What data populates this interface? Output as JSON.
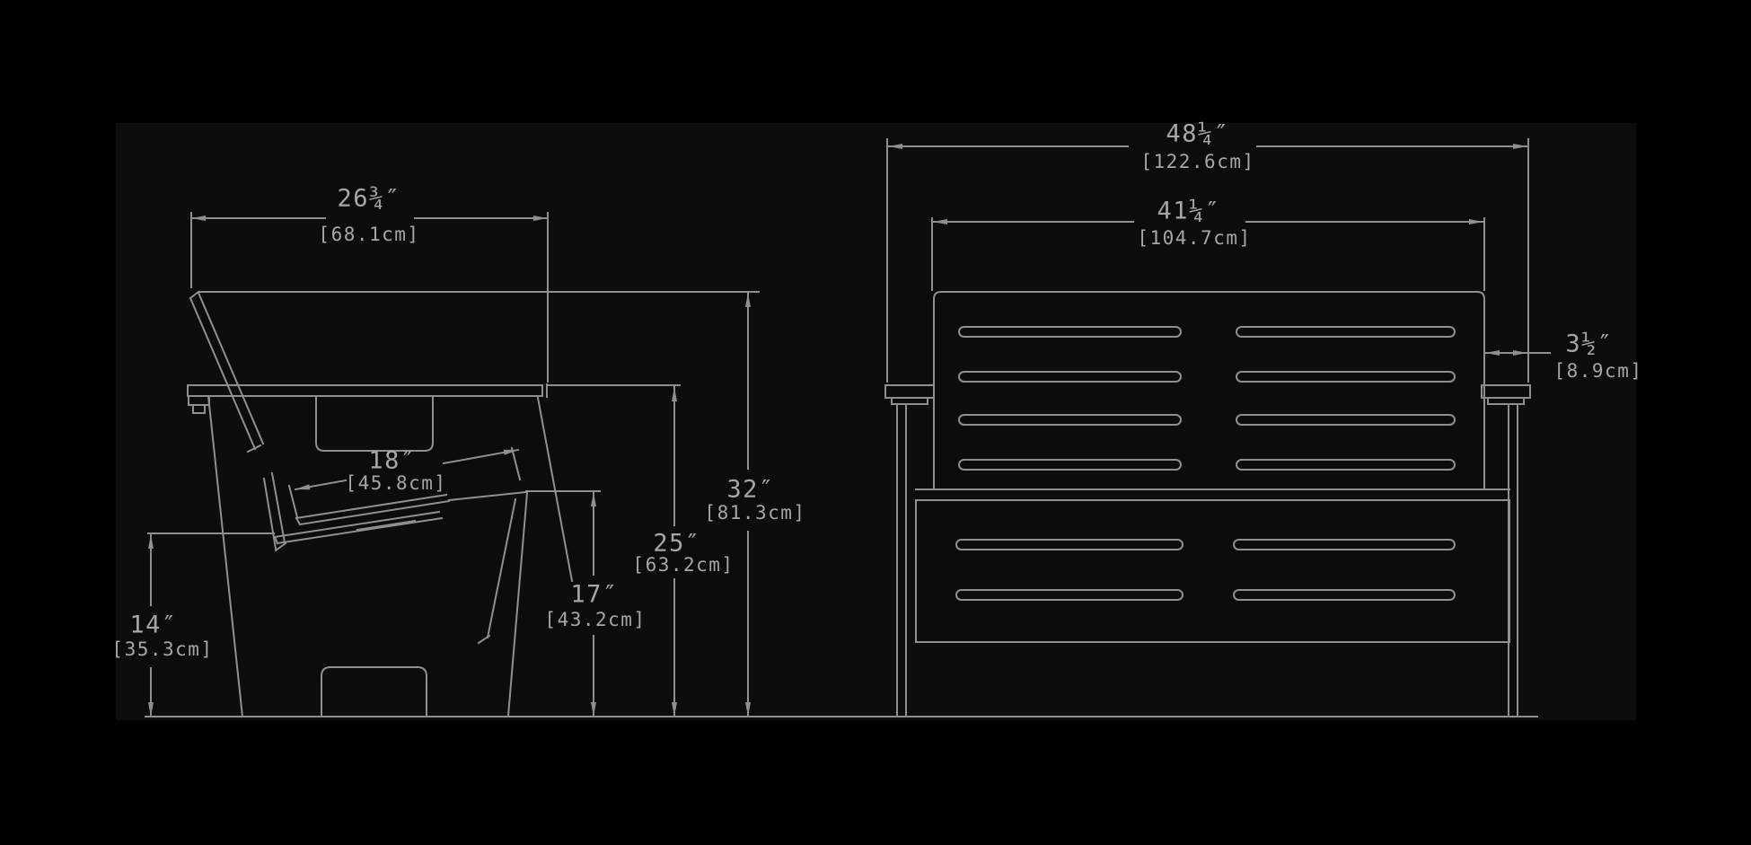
{
  "drawing": {
    "type": "furniture-dimension-spec",
    "colors": {
      "page_bg": "#000000",
      "canvas_bg": "#0c0c0c",
      "line": "#8f8f8f",
      "text": "#a6a6a6"
    },
    "side_view": {
      "overall_depth": {
        "inches": "26¾″",
        "cm": "[68.1cm]"
      },
      "seat_depth": {
        "inches": "18″",
        "cm": "[45.8cm]"
      },
      "overall_height": {
        "inches": "32″",
        "cm": "[81.3cm]"
      },
      "arm_height": {
        "inches": "25″",
        "cm": "[63.2cm]"
      },
      "seat_height": {
        "inches": "17″",
        "cm": "[43.2cm]"
      },
      "rear_seat_height": {
        "inches": "14″",
        "cm": "[35.3cm]"
      }
    },
    "front_view": {
      "overall_width": {
        "inches": "48¼″",
        "cm": "[122.6cm]"
      },
      "inner_width": {
        "inches": "41¼″",
        "cm": "[104.7cm]"
      },
      "arm_width": {
        "inches": "3½″",
        "cm": "[8.9cm]"
      }
    }
  }
}
